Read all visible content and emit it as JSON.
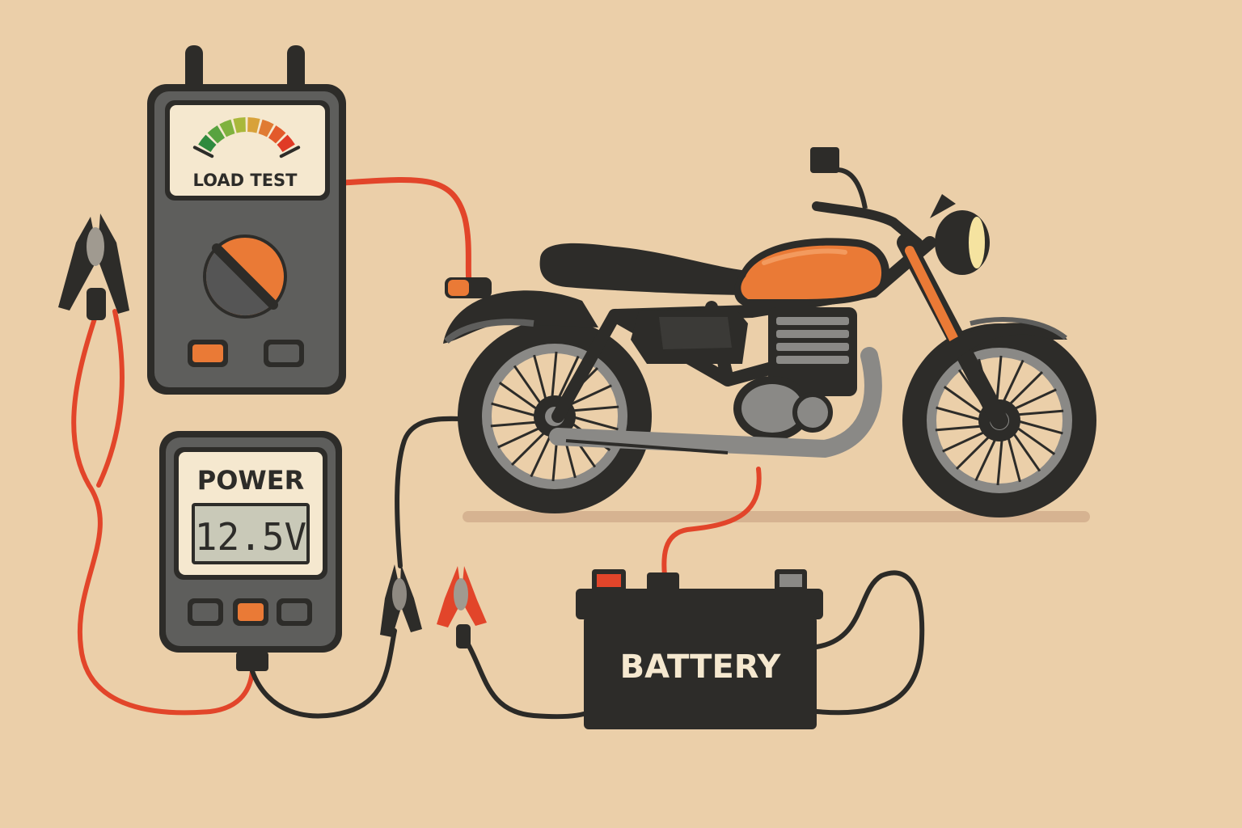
{
  "load_tester": {
    "label": "LOAD TEST",
    "gauge_colors": [
      "#2e8a3e",
      "#58a33f",
      "#7fb23f",
      "#a9b83b",
      "#d8a23a",
      "#e07b33",
      "#e35a2a",
      "#e03a26"
    ],
    "buttons": [
      "orange",
      "gray"
    ]
  },
  "power_meter": {
    "label": "POWER",
    "reading": "12.5V",
    "buttons": [
      "gray",
      "orange",
      "gray"
    ]
  },
  "battery": {
    "label": "BATTERY"
  },
  "colors": {
    "background": "#ebcfa9",
    "meter_body": "#5e5e5c",
    "accent_orange": "#ea7a36",
    "cable_red": "#e2452a",
    "cable_black": "#2b2a27",
    "dark": "#2d2c29"
  }
}
